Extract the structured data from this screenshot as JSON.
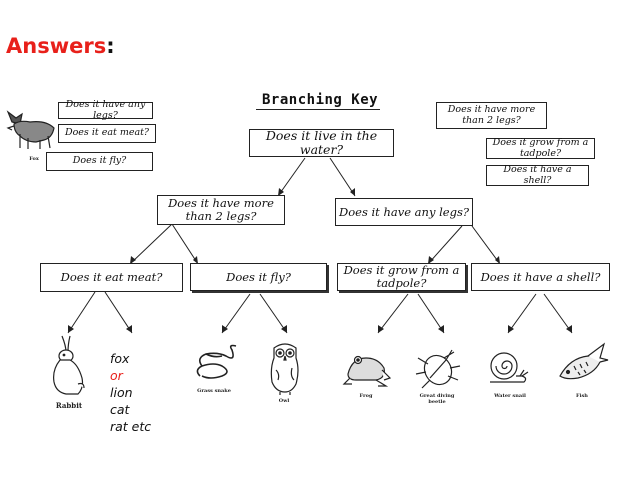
{
  "heading": {
    "word": "Answers",
    "colon": ":"
  },
  "key": {
    "title": "Branching Key",
    "root": "Does it live in the water?",
    "level2": [
      "Does it have more than 2 legs?",
      "Does it have any legs?"
    ],
    "level3": [
      "Does it eat meat?",
      "Does it fly?",
      "Does it grow from a tadpole?",
      "Does it have a shell?"
    ]
  },
  "loose_cards": {
    "left": [
      "Does it have any legs?",
      "Does it eat meat?",
      "Does it fly?"
    ],
    "right": [
      "Does it have more than 2 legs?",
      "Does it grow from a tadpole?",
      "Does it have a shell?"
    ]
  },
  "answer_list": [
    "fox",
    "or",
    "lion",
    "cat",
    "rat etc"
  ],
  "captions": {
    "fox": "Fox",
    "rabbit": "Rabbit",
    "snake": "Grass snake",
    "owl": "Owl",
    "frog": "Frog",
    "beetle": "Great diving beetle",
    "snail": "Water snail",
    "fish": "Fish"
  },
  "colors": {
    "accent_red": "#e8201a",
    "line": "#222222"
  }
}
